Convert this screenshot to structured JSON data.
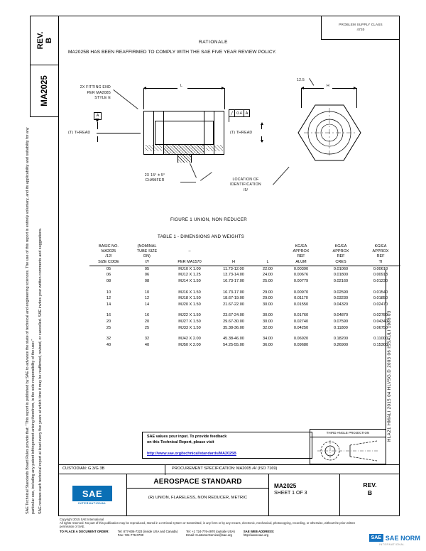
{
  "sidemargin": {
    "left_note_1": "SAE Technical Standards Board Rules provide that: \"This report is published by SAE to advance the state of technical and engineering sciences. The use of this report is entirely voluntary, and its applicability and suitability for any particular use, including any patent infringement arising therefrom, is the sole responsibility of the user.\"",
    "left_note_2": "SAE reviews each technical report at least every five years at which time it may be reaffirmed, revised, or cancelled. SAE invites your written comments and suggestions.",
    "right_id": "HLA21 HMALI 2015 04    HLVSG.D 2003 06    ISSAULI 1986 03"
  },
  "revbox": {
    "label": "REV.",
    "value": "B"
  },
  "numbox": {
    "value": "MA2025"
  },
  "topright": {
    "text": "PROBLEM SUPPLY CLASS\n4730"
  },
  "rationale": {
    "title": "RATIONALE",
    "body": "MA2025B HAS BEEN REAFFIRMED TO COMPLY WITH THE SAE FIVE YEAR REVIEW POLICY."
  },
  "drawing": {
    "fitting_end": "2X FITTING END\nPER MA2085\nSTYLE E",
    "datum_a": "A",
    "dim_l": "L",
    "dim_h": "H",
    "surface_finish": "12.5",
    "thread_left": "(T) THREAD",
    "thread_right": "(T) THREAD",
    "chamfer": "2X 15° ± 5°\nCHAMFER",
    "identification": "LOCATION OF\nIDENTIFICATION\n/5/",
    "fcf_symbol": "╱",
    "fcf_tol": "0.4",
    "fcf_datum": "A"
  },
  "figure_caption": "FIGURE 1   UNION, NON REDUCER",
  "table_caption": "TABLE 1 - DIMENSIONS AND WEIGHTS",
  "table": {
    "headers": [
      "BASIC NO.\nMA2025\n/12/\nSIZE CODE",
      "(NOMINAL\nTUBE SIZE\nDN)\n/7/",
      "–\n\nPER MA1570",
      "H",
      "L",
      "KG/EA\nAPPROX\nREF\nALUM",
      "KG/EA\nAPPROX\nREF\nCRES",
      "KG/EA\nAPPROX\nREF\nTI"
    ],
    "groups": [
      [
        [
          "05",
          "05",
          "MJ10 X 1.00",
          "11.73-12.00",
          "22.00",
          "0.00390",
          "0.01060",
          "0.00618"
        ],
        [
          "06",
          "06",
          "MJ12 X 1.25",
          "13.73-14.00",
          "24.00",
          "0.00676",
          "0.01800",
          "0.00913"
        ],
        [
          "08",
          "08",
          "MJ14 X 1.50",
          "16.73-17.00",
          "25.00",
          "0.00779",
          "0.02160",
          "0.01230"
        ]
      ],
      [
        [
          "10",
          "10",
          "MJ16 X 1.50",
          "16.73-17.00",
          "29.00",
          "0.00970",
          "0.02590",
          "0.01540"
        ],
        [
          "12",
          "12",
          "MJ18 X 1.50",
          "18.67-19.00",
          "29.00",
          "0.01170",
          "0.03230",
          "0.01850"
        ],
        [
          "14",
          "14",
          "MJ20 X 1.50",
          "21.67-22.00",
          "30.00",
          "0.01550",
          "0.04320",
          "0.02470"
        ]
      ],
      [
        [
          "16",
          "16",
          "MJ22 X 1.50",
          "23.67-24.00",
          "30.00",
          "0.01760",
          "0.04870",
          "0.02780"
        ],
        [
          "20",
          "20",
          "MJ27 X 1.50",
          "29.67-30.00",
          "30.00",
          "0.02740",
          "0.07590",
          "0.04340"
        ],
        [
          "25",
          "25",
          "MJ33 X 1.50",
          "35.38-36.00",
          "32.00",
          "0.04250",
          "0.11800",
          "0.06750"
        ]
      ],
      [
        [
          "32",
          "32",
          "MJ42 X 2.00",
          "45.38-46.00",
          "34.00",
          "0.06920",
          "0.18200",
          "0.11000"
        ],
        [
          "40",
          "40",
          "MJ50 X 2.00",
          "54.25-55.00",
          "36.00",
          "0.09680",
          "0.26900",
          "0.15300"
        ]
      ]
    ]
  },
  "feedback": {
    "line1": "SAE values your input. To provide feedback",
    "line2": "on this Technical Report, please visit",
    "link": "http://www.sae.org/technical/standards/MA2025B"
  },
  "third_angle": {
    "title": "THIRD ANGLE PROJECTION"
  },
  "titleblock": {
    "custodian": "CUSTODIAN: G 3/G 3B",
    "proc_spec": "PROCUREMENT SPECIFICATION: MA2005 /4/ (ISO 7169)",
    "logo_text": "SAE",
    "logo_sub": "INTERNATIONAL",
    "standard": "AEROSPACE STANDARD",
    "subtitle": "(R) UNION, FLARELESS, NON REDUCER, METRIC",
    "number": "MA2025",
    "sheet": "SHEET 1 OF 3",
    "rev_label": "REV.",
    "rev_value": "B"
  },
  "footer": {
    "copyright": "Copyright 2015 SAE International",
    "rights": "All rights reserved. No part of this publication may be reproduced, stored in a retrieval system or transmitted, in any form or by any means, electronic, mechanical, photocopying, recording, or otherwise, without the prior written permission of SAE.",
    "order_label": "TO PLACE A DOCUMENT ORDER:",
    "tel_usa": "Tel: 877-606-7323 (inside USA and Canada)",
    "tel_out": "Tel: +1 724-776-4970 (outside USA)",
    "fax": "Fax: 724-776-0790",
    "email": "Email: CustomerService@sae.org",
    "web_label": "SAE WEB ADDRESS:",
    "web": "http://www.sae.org"
  },
  "watermark": {
    "mark": "SAE",
    "text": "SAE NORM",
    "sub": "INTERNATIONAL"
  }
}
